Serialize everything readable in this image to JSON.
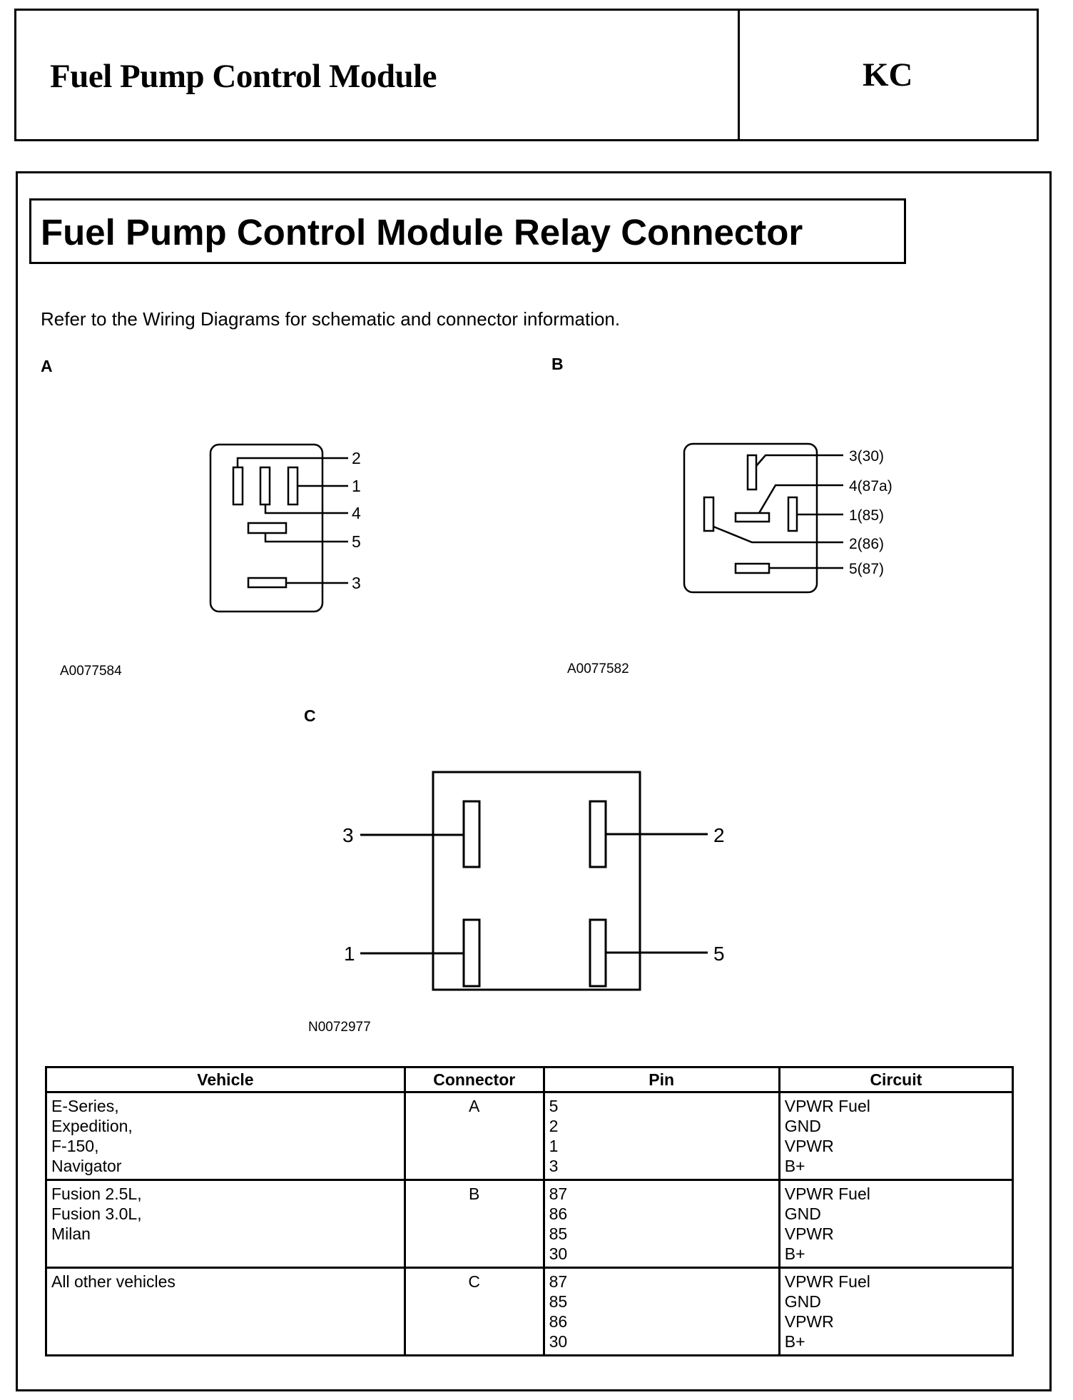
{
  "header": {
    "title": "Fuel Pump Control Module",
    "code": "KC"
  },
  "section": {
    "title": "Fuel Pump Control Module Relay Connector",
    "intro": "Refer to the Wiring Diagrams for schematic and connector information."
  },
  "diagrams": {
    "a": {
      "label": "A",
      "ref": "A0077584",
      "pins": [
        "2",
        "1",
        "4",
        "5",
        "3"
      ]
    },
    "b": {
      "label": "B",
      "ref": "A0077582",
      "pins": [
        "3(30)",
        "4(87a)",
        "1(85)",
        "2(86)",
        "5(87)"
      ]
    },
    "c": {
      "label": "C",
      "ref": "N0072977",
      "pins": [
        "3",
        "2",
        "1",
        "5"
      ]
    }
  },
  "table": {
    "headers": [
      "Vehicle",
      "Connector",
      "Pin",
      "Circuit"
    ],
    "rows": [
      {
        "vehicle": [
          "E-Series,",
          "Expedition,",
          "F-150,",
          "Navigator"
        ],
        "connector": "A",
        "pins": [
          "5",
          "2",
          "1",
          "3"
        ],
        "circuits": [
          "VPWR Fuel",
          "GND",
          "VPWR",
          "B+"
        ]
      },
      {
        "vehicle": [
          "Fusion 2.5L,",
          "Fusion 3.0L,",
          "Milan"
        ],
        "connector": "B",
        "pins": [
          "87",
          "86",
          "85",
          "30"
        ],
        "circuits": [
          "VPWR Fuel",
          "GND",
          "VPWR",
          "B+"
        ]
      },
      {
        "vehicle": [
          "All other vehicles"
        ],
        "connector": "C",
        "pins": [
          "87",
          "85",
          "86",
          "30"
        ],
        "circuits": [
          "VPWR Fuel",
          "GND",
          "VPWR",
          "B+"
        ]
      }
    ]
  }
}
